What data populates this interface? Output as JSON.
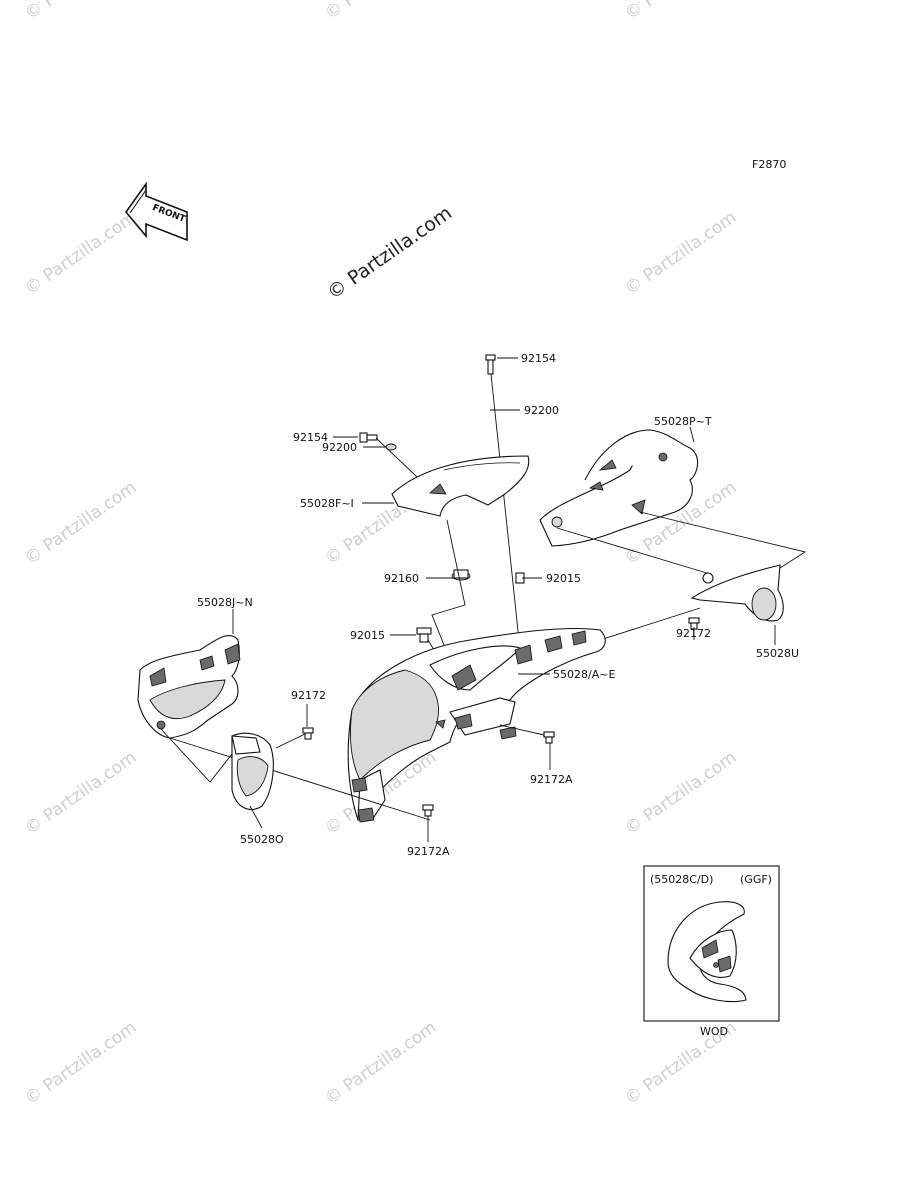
{
  "figure_code": "F2870",
  "front_label": "FRONT",
  "watermark": "© Partzilla.com",
  "labels": {
    "l92154a": "92154",
    "l92200a": "92200",
    "l55028FI": "55028F~I",
    "l92154b": "92154",
    "l92200b": "92200",
    "l55028PT": "55028P~T",
    "l92160": "92160",
    "l92015a": "92015",
    "l92015b": "92015",
    "l55028JN": "55028J~N",
    "l55028AE": "55028/A~E",
    "l92172a": "92172",
    "l92172b": "92172",
    "l55028U": "55028U",
    "l55028O": "55028O",
    "l92172Aa": "92172A",
    "l92172Ab": "92172A"
  },
  "inset": {
    "header_left": "(55028C/D)",
    "header_right": "(GGF)",
    "footer": "WOD"
  }
}
